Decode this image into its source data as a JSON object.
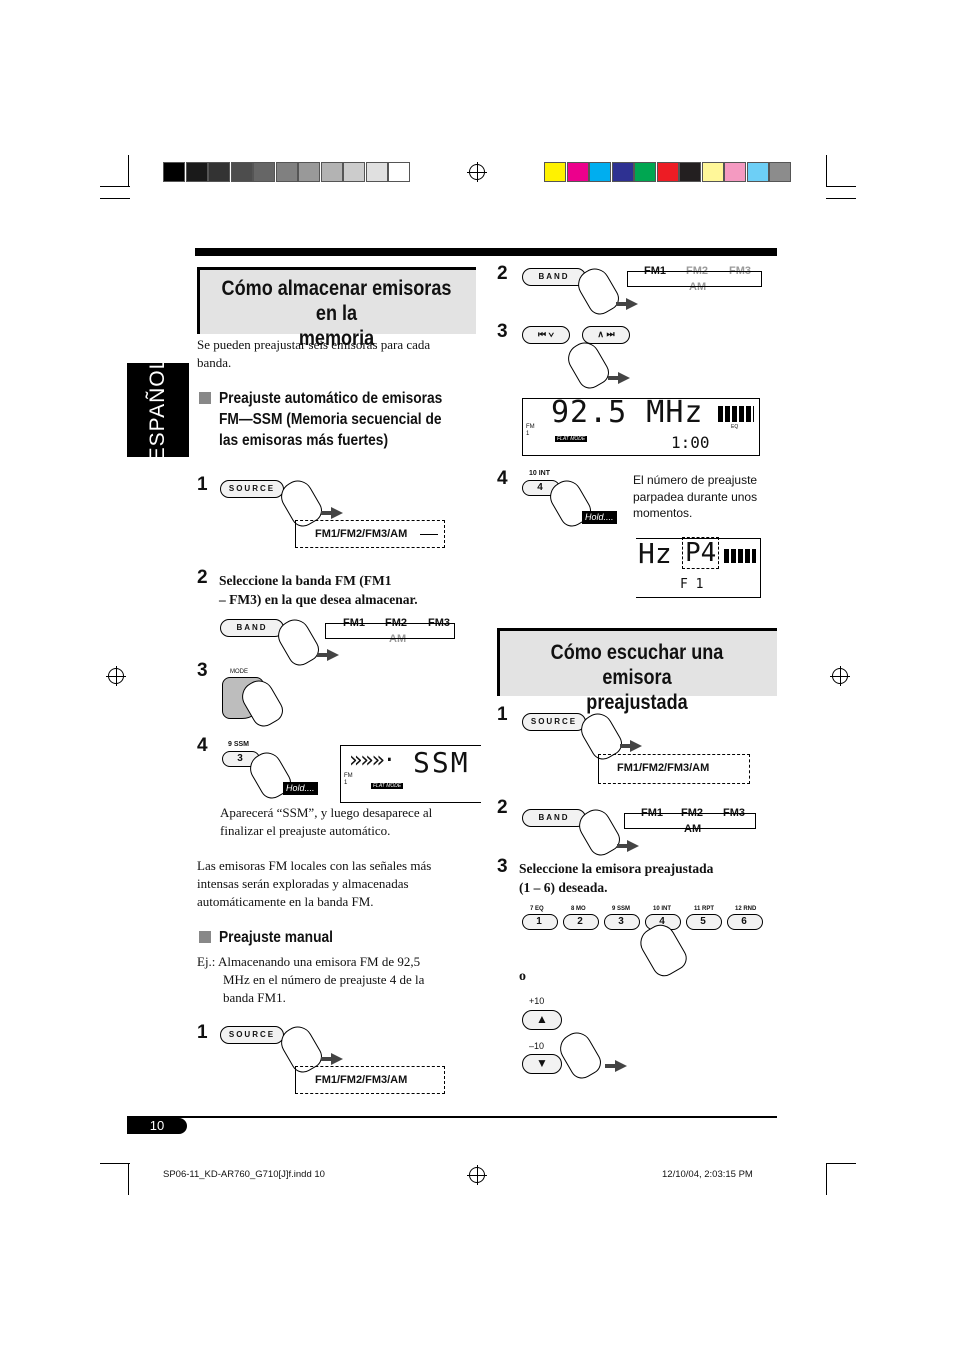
{
  "side_tab": "ESPAÑOL",
  "page_number": "10",
  "left_section": {
    "title_line1": "Cómo almacenar emisoras en la",
    "title_line2": "memoria",
    "intro": "Se pueden preajustar seis emisoras para cada banda.",
    "auto_heading_1": "Preajuste automático de emisoras",
    "auto_heading_2": "FM—SSM (Memoria secuencial de",
    "auto_heading_3": "las emisoras más fuertes)",
    "step1_num": "1",
    "step1_button": "SOURCE",
    "step1_cycle": "FM1/FM2/FM3/AM",
    "step2_num": "2",
    "step2_text_1": "Seleccione la banda FM (FM1",
    "step2_text_2": "– FM3) en la que desea almacenar.",
    "step2_button": "BAND",
    "cycle_fm1": "FM1",
    "cycle_fm2": "FM2",
    "cycle_fm3": "FM3",
    "cycle_am": "AM",
    "step3_num": "3",
    "step3_button_label": "MODE",
    "step4_num": "4",
    "step4_button_top": "9  SSM",
    "step4_button": "3",
    "hold": "Hold....",
    "lcd_ssm": "SSM",
    "lcd_arrows": "»»»·",
    "lcd_fm": "FM",
    "lcd_small": "1",
    "lcd_flat": "FLAT MODE",
    "ssm_note_1": "Aparecerá “SSM”, y luego desaparece al",
    "ssm_note_2": "finalizar el preajuste automático.",
    "fm_local_1": "Las emisoras FM locales con las señales más",
    "fm_local_2": "intensas serán exploradas y almacenadas",
    "fm_local_3": "automáticamente en la banda FM.",
    "manual_heading": "Preajuste manual",
    "manual_ex_1": "Ej.:  Almacenando una emisora FM de 92,5",
    "manual_ex_2": "MHz en el número de preajuste 4 de la",
    "manual_ex_3": "banda FM1.",
    "manual_step1_num": "1",
    "manual_step1_button": "SOURCE",
    "manual_step1_cycle": "FM1/FM2/FM3/AM"
  },
  "right_top": {
    "step2_num": "2",
    "step2_button": "BAND",
    "step3_num": "3",
    "seek_back": "⏮ ∨",
    "seek_fwd": "∧ ⏭",
    "lcd_freq": "92.5 MHz",
    "lcd_fm": "FM",
    "lcd_small": "1",
    "lcd_flat": "FLAT MODE",
    "lcd_time": "1:00",
    "lcd_eq": "EQ",
    "step4_num": "4",
    "step4_button_top": "10  INT",
    "step4_button": "4",
    "hold": "Hold....",
    "note_1": "El número de preajuste",
    "note_2": "parpadea durante unos",
    "note_3": "momentos.",
    "lcd2_hz": "Hz",
    "lcd2_p": "P4",
    "lcd2_f": "F 1"
  },
  "right_section": {
    "title_line1": "Cómo escuchar una emisora",
    "title_line2": "preajustada",
    "step1_num": "1",
    "step1_button": "SOURCE",
    "step1_cycle": "FM1/FM2/FM3/AM",
    "step2_num": "2",
    "step2_button": "BAND",
    "step3_num": "3",
    "step3_text_1": "Seleccione la emisora preajustada",
    "step3_text_2": "(1 – 6) deseada.",
    "presets": [
      {
        "top": "7  EQ",
        "num": "1"
      },
      {
        "top": "8  MO",
        "num": "2"
      },
      {
        "top": "9  SSM",
        "num": "3"
      },
      {
        "top": "10  INT",
        "num": "4"
      },
      {
        "top": "11  RPT",
        "num": "5"
      },
      {
        "top": "12  RND",
        "num": "6"
      }
    ],
    "or": "o",
    "plus10": "+10",
    "minus10": "–10"
  },
  "footer": {
    "file": "SP06-11_KD-AR760_G710[J]f.indd   10",
    "date": "12/10/04, 2:03:15 PM"
  },
  "colors": {
    "gray_bar": [
      "#000000",
      "#1a1a1a",
      "#333333",
      "#4d4d4d",
      "#666666",
      "#808080",
      "#999999",
      "#b3b3b3",
      "#cccccc",
      "#e0e0e0",
      "#ffffff"
    ],
    "color_bar": [
      "#fff200",
      "#ec008c",
      "#00aeef",
      "#2e3192",
      "#00a651",
      "#ed1c24",
      "#231f20",
      "#fff799",
      "#f49ac1",
      "#6dcff6",
      "#8c8c8c"
    ]
  }
}
